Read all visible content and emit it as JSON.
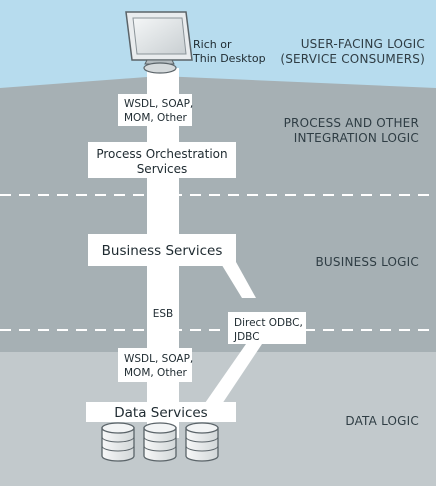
{
  "colors": {
    "sky": "#b7dcee",
    "upper_band": "#a6b0b4",
    "lower_band": "#c2c9cc",
    "spine": "#ffffff",
    "text": "#1e2a30"
  },
  "layers": {
    "user_facing_1": "USER-FACING LOGIC",
    "user_facing_2": "(SERVICE CONSUMERS)",
    "process_1": "PROCESS AND OTHER",
    "process_2": "INTEGRATION LOGIC",
    "business": "BUSINESS LOGIC",
    "data": "DATA LOGIC"
  },
  "desktop": {
    "icon": "computer-monitor-icon",
    "label_1": "Rich or",
    "label_2": "Thin Desktop"
  },
  "protocols_top": {
    "line_1": "WSDL, SOAP,",
    "line_2": "MOM, Other"
  },
  "orchestration": {
    "line_1": "Process Orchestration",
    "line_2": "Services"
  },
  "business_services": "Business Services",
  "esb": "ESB",
  "direct": {
    "line_1": "Direct ODBC,",
    "line_2": "JDBC"
  },
  "protocols_bottom": {
    "line_1": "WSDL, SOAP,",
    "line_2": "MOM, Other"
  },
  "data_services": "Data Services",
  "databases": {
    "icon": "database-icon",
    "count": 3
  }
}
